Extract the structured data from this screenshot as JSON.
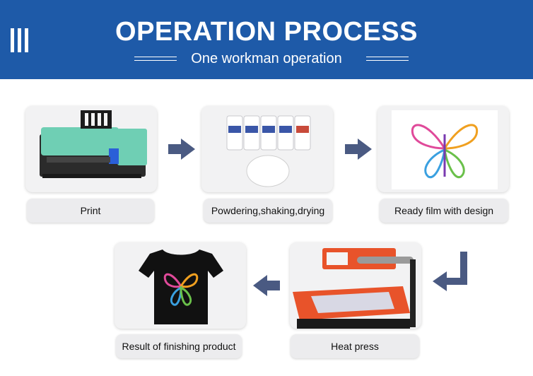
{
  "header": {
    "title": "OPERATION PROCESS",
    "subtitle": "One workman operation"
  },
  "colors": {
    "banner": "#1e5aa8",
    "arrow": "#4a5a82",
    "card_bg": "#f2f2f3"
  },
  "steps": [
    {
      "label": "Print",
      "image": "printer-image"
    },
    {
      "label": "Powdering,shaking,drying",
      "image": "ink-bottles-and-powder-image"
    },
    {
      "label": "Ready film with design",
      "image": "butterfly-film-image"
    },
    {
      "label": "Heat press",
      "image": "heat-press-machine-image"
    },
    {
      "label": "Result of finishing product",
      "image": "printed-tshirt-image"
    }
  ],
  "arrows": [
    "arrow-right-icon",
    "arrow-right-icon",
    "arrow-down-left-icon",
    "arrow-left-icon"
  ]
}
